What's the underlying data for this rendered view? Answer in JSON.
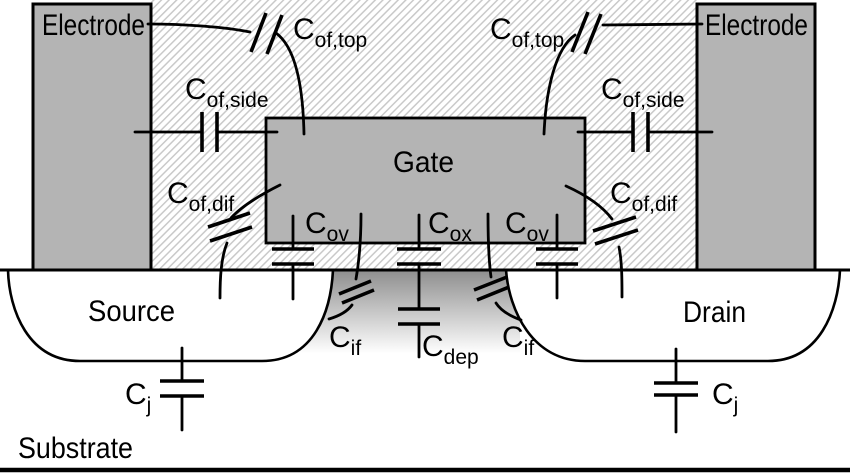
{
  "regions": {
    "electrode_left": {
      "label": "Electrode"
    },
    "electrode_right": {
      "label": "Electrode"
    },
    "gate": {
      "label": "Gate"
    },
    "source": {
      "label": "Source"
    },
    "drain": {
      "label": "Drain"
    },
    "substrate": {
      "label": "Substrate"
    }
  },
  "capacitors": {
    "of_top_left": {
      "base": "C",
      "sub": "of,top"
    },
    "of_top_right": {
      "base": "C",
      "sub": "of,top"
    },
    "of_side_left": {
      "base": "C",
      "sub": "of,side"
    },
    "of_side_right": {
      "base": "C",
      "sub": "of,side"
    },
    "of_dif_left": {
      "base": "C",
      "sub": "of,dif"
    },
    "of_dif_right": {
      "base": "C",
      "sub": "of,dif"
    },
    "ov_left": {
      "base": "C",
      "sub": "ov"
    },
    "ox": {
      "base": "C",
      "sub": "ox"
    },
    "ov_right": {
      "base": "C",
      "sub": "ov"
    },
    "if_left": {
      "base": "C",
      "sub": "if"
    },
    "if_right": {
      "base": "C",
      "sub": "if"
    },
    "dep": {
      "base": "C",
      "sub": "dep"
    },
    "j_left": {
      "base": "C",
      "sub": "j"
    },
    "j_right": {
      "base": "C",
      "sub": "j"
    }
  },
  "colors": {
    "background": "#ffffff",
    "region_fill": "#b4b4b4",
    "hatch_line": "#c9c9c9",
    "line": "#000000",
    "depletion_top": "#8e8e8e"
  }
}
